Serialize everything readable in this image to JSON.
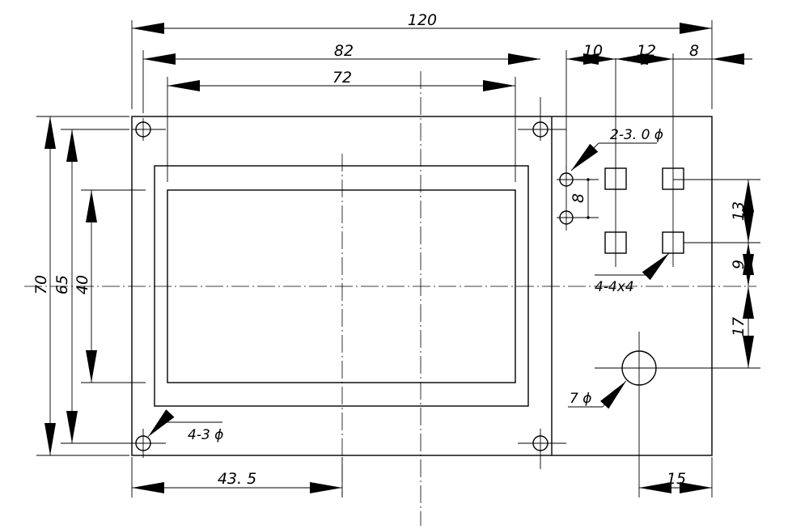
{
  "dimensions": {
    "overall_width": "120",
    "lcd_hole_span": "82",
    "screen_width": "72",
    "d10": "10",
    "d12": "12",
    "d8": "8",
    "overall_height": "70",
    "hole_span_vertical": "65",
    "screen_height": "40",
    "led_spacing": "8",
    "d13": "13",
    "d9": "9",
    "d17": "17",
    "offset_43_5": "43. 5",
    "knob_offset": "15"
  },
  "callouts": {
    "led_holes": "2-3. 0 ϕ",
    "buttons": "4-4x4",
    "knob": "7 ϕ",
    "mount_holes": "4-3 ϕ"
  }
}
